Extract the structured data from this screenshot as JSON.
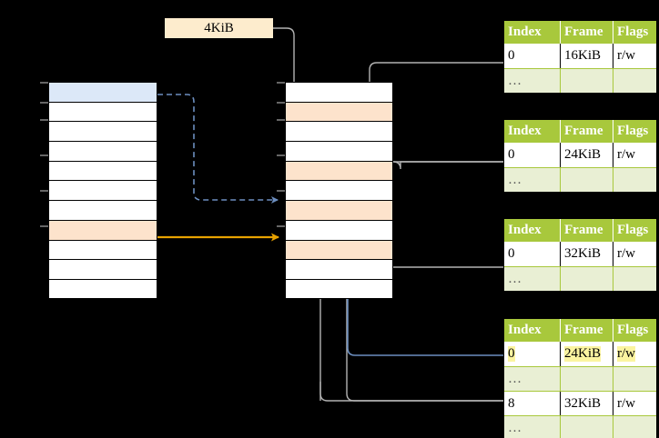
{
  "diagram": {
    "title": "multi-level page table walk",
    "colors": {
      "header_green": "#a8c83c",
      "ellipsis_row": "#e9efd4",
      "highlight_yellow": "#fbf4a0",
      "peach_row": "#fde3cc",
      "blue_row": "#dce8f8",
      "label_box": "#fdeccd",
      "arrow_blue": "#6c8ebf",
      "arrow_orange": "#e8a200",
      "connector_gray": "#b3b3b3"
    }
  },
  "label": {
    "size_label": "4KiB"
  },
  "left_column": {
    "name": "virtual-address-space",
    "rows": [
      {
        "id": 0,
        "fill": "blue",
        "text": ""
      },
      {
        "id": 1,
        "fill": "white",
        "text": ""
      },
      {
        "id": 2,
        "fill": "white",
        "text": ""
      },
      {
        "id": 3,
        "fill": "white",
        "text": ""
      },
      {
        "id": 4,
        "fill": "white",
        "text": ""
      },
      {
        "id": 5,
        "fill": "white",
        "text": ""
      },
      {
        "id": 6,
        "fill": "white",
        "text": ""
      },
      {
        "id": 7,
        "fill": "peach",
        "text": ""
      },
      {
        "id": 8,
        "fill": "white",
        "text": ""
      },
      {
        "id": 9,
        "fill": "white",
        "text": ""
      },
      {
        "id": 10,
        "fill": "white",
        "text": ""
      }
    ]
  },
  "middle_column": {
    "name": "physical-memory",
    "rows": [
      {
        "id": 0,
        "fill": "white",
        "text": ""
      },
      {
        "id": 1,
        "fill": "peach",
        "text": ""
      },
      {
        "id": 2,
        "fill": "white",
        "text": ""
      },
      {
        "id": 3,
        "fill": "white",
        "text": ""
      },
      {
        "id": 4,
        "fill": "peach",
        "text": ""
      },
      {
        "id": 5,
        "fill": "white",
        "text": ""
      },
      {
        "id": 6,
        "fill": "peach",
        "text": ""
      },
      {
        "id": 7,
        "fill": "white",
        "text": ""
      },
      {
        "id": 8,
        "fill": "peach",
        "text": ""
      },
      {
        "id": 9,
        "fill": "white",
        "text": ""
      },
      {
        "id": 10,
        "fill": "white",
        "text": ""
      }
    ]
  },
  "page_tables": [
    {
      "name": "page-table-level-1",
      "columns": [
        "Index",
        "Frame",
        "Flags"
      ],
      "rows": [
        {
          "cells": [
            "0",
            "16KiB",
            "r/w"
          ],
          "kind": "data",
          "highlight": false
        },
        {
          "cells": [
            "…",
            "",
            ""
          ],
          "kind": "ellipsis",
          "highlight": false
        }
      ]
    },
    {
      "name": "page-table-level-2",
      "columns": [
        "Index",
        "Frame",
        "Flags"
      ],
      "rows": [
        {
          "cells": [
            "0",
            "24KiB",
            "r/w"
          ],
          "kind": "data",
          "highlight": false
        },
        {
          "cells": [
            "…",
            "",
            ""
          ],
          "kind": "ellipsis",
          "highlight": false
        }
      ]
    },
    {
      "name": "page-table-level-3",
      "columns": [
        "Index",
        "Frame",
        "Flags"
      ],
      "rows": [
        {
          "cells": [
            "0",
            "32KiB",
            "r/w"
          ],
          "kind": "data",
          "highlight": false
        },
        {
          "cells": [
            "…",
            "",
            ""
          ],
          "kind": "ellipsis",
          "highlight": false
        }
      ]
    },
    {
      "name": "page-table-level-4",
      "columns": [
        "Index",
        "Frame",
        "Flags"
      ],
      "rows": [
        {
          "cells": [
            "0",
            "24KiB",
            "r/w"
          ],
          "kind": "data",
          "highlight": true
        },
        {
          "cells": [
            "…",
            "",
            ""
          ],
          "kind": "ellipsis",
          "highlight": false
        },
        {
          "cells": [
            "8",
            "32KiB",
            "r/w"
          ],
          "kind": "data",
          "highlight": false
        },
        {
          "cells": [
            "…",
            "",
            ""
          ],
          "kind": "ellipsis",
          "highlight": false
        }
      ]
    }
  ]
}
